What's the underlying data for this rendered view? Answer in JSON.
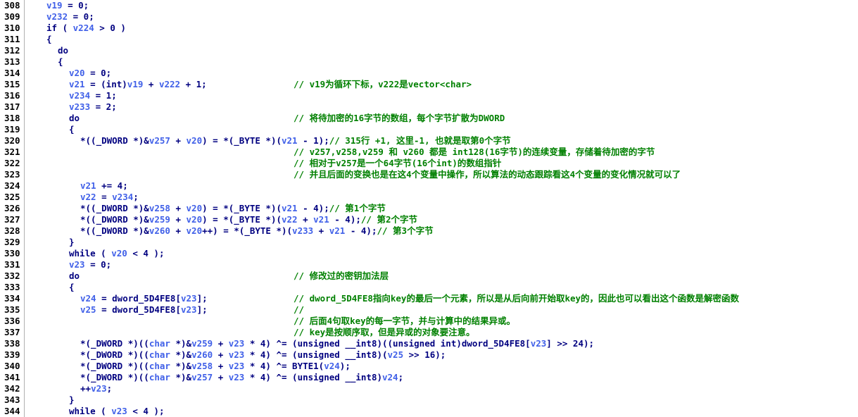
{
  "view": "ida-pseudocode",
  "colors": {
    "keyword": "#000080",
    "variable": "#4060e8",
    "comment": "#008000",
    "line_number": "#000000",
    "background": "#ffffff"
  },
  "lines": [
    {
      "num": "308",
      "indent": 1,
      "tokens": [
        {
          "t": "v19",
          "c": "v"
        },
        {
          "t": " = 0;",
          "c": "k"
        }
      ],
      "comment": ""
    },
    {
      "num": "309",
      "indent": 1,
      "tokens": [
        {
          "t": "v232",
          "c": "v"
        },
        {
          "t": " = 0;",
          "c": "k"
        }
      ],
      "comment": ""
    },
    {
      "num": "310",
      "indent": 1,
      "tokens": [
        {
          "t": "if ( ",
          "c": "k"
        },
        {
          "t": "v224",
          "c": "v"
        },
        {
          "t": " > 0 )",
          "c": "k"
        }
      ],
      "comment": ""
    },
    {
      "num": "311",
      "indent": 1,
      "tokens": [
        {
          "t": "{",
          "c": "k"
        }
      ],
      "comment": ""
    },
    {
      "num": "312",
      "indent": 2,
      "tokens": [
        {
          "t": "do",
          "c": "k"
        }
      ],
      "comment": ""
    },
    {
      "num": "313",
      "indent": 2,
      "tokens": [
        {
          "t": "{",
          "c": "k"
        }
      ],
      "comment": ""
    },
    {
      "num": "314",
      "indent": 3,
      "tokens": [
        {
          "t": "v20",
          "c": "v"
        },
        {
          "t": " = 0;",
          "c": "k"
        }
      ],
      "comment": ""
    },
    {
      "num": "315",
      "indent": 3,
      "tokens": [
        {
          "t": "v21",
          "c": "v"
        },
        {
          "t": " = (int)",
          "c": "k"
        },
        {
          "t": "v19",
          "c": "v"
        },
        {
          "t": " + ",
          "c": "k"
        },
        {
          "t": "v222",
          "c": "v"
        },
        {
          "t": " + 1;",
          "c": "k"
        }
      ],
      "comment": "// v19为循环下标，v222是vector<char>"
    },
    {
      "num": "316",
      "indent": 3,
      "tokens": [
        {
          "t": "v234",
          "c": "v"
        },
        {
          "t": " = 1;",
          "c": "k"
        }
      ],
      "comment": ""
    },
    {
      "num": "317",
      "indent": 3,
      "tokens": [
        {
          "t": "v233",
          "c": "v"
        },
        {
          "t": " = 2;",
          "c": "k"
        }
      ],
      "comment": ""
    },
    {
      "num": "318",
      "indent": 3,
      "tokens": [
        {
          "t": "do",
          "c": "k"
        }
      ],
      "comment": "// 将待加密的16字节的数组，每个字节扩散为DWORD"
    },
    {
      "num": "319",
      "indent": 3,
      "tokens": [
        {
          "t": "{",
          "c": "k"
        }
      ],
      "comment": ""
    },
    {
      "num": "320",
      "indent": 4,
      "tokens": [
        {
          "t": "*((_DWORD *)&",
          "c": "k"
        },
        {
          "t": "v257",
          "c": "v"
        },
        {
          "t": " + ",
          "c": "k"
        },
        {
          "t": "v20",
          "c": "v"
        },
        {
          "t": ") = *(_BYTE *)(",
          "c": "k"
        },
        {
          "t": "v21",
          "c": "v"
        },
        {
          "t": " - 1);",
          "c": "k"
        },
        {
          "t": "// 315行 +1, 这里-1, 也就是取第0个字节",
          "c": "c"
        }
      ],
      "comment": ""
    },
    {
      "num": "321",
      "indent": 0,
      "tokens": [],
      "comment": "// v257,v258,v259 和 v260 都是 int128(16字节)的连续变量，存储着待加密的字节"
    },
    {
      "num": "322",
      "indent": 0,
      "tokens": [],
      "comment": "// 相对于v257是一个64字节(16个int)的数组指针"
    },
    {
      "num": "323",
      "indent": 0,
      "tokens": [],
      "comment": "// 并且后面的变换也是在这4个变量中操作，所以算法的动态跟踪看这4个变量的变化情况就可以了"
    },
    {
      "num": "324",
      "indent": 4,
      "tokens": [
        {
          "t": "v21",
          "c": "v"
        },
        {
          "t": " += 4;",
          "c": "k"
        }
      ],
      "comment": ""
    },
    {
      "num": "325",
      "indent": 4,
      "tokens": [
        {
          "t": "v22",
          "c": "v"
        },
        {
          "t": " = ",
          "c": "k"
        },
        {
          "t": "v234",
          "c": "v"
        },
        {
          "t": ";",
          "c": "k"
        }
      ],
      "comment": ""
    },
    {
      "num": "326",
      "indent": 4,
      "tokens": [
        {
          "t": "*((_DWORD *)&",
          "c": "k"
        },
        {
          "t": "v258",
          "c": "v"
        },
        {
          "t": " + ",
          "c": "k"
        },
        {
          "t": "v20",
          "c": "v"
        },
        {
          "t": ") = *(_BYTE *)(",
          "c": "k"
        },
        {
          "t": "v21",
          "c": "v"
        },
        {
          "t": " - 4);",
          "c": "k"
        },
        {
          "t": "// 第1个字节",
          "c": "c"
        }
      ],
      "comment": ""
    },
    {
      "num": "327",
      "indent": 4,
      "tokens": [
        {
          "t": "*((_DWORD *)&",
          "c": "k"
        },
        {
          "t": "v259",
          "c": "v"
        },
        {
          "t": " + ",
          "c": "k"
        },
        {
          "t": "v20",
          "c": "v"
        },
        {
          "t": ") = *(_BYTE *)(",
          "c": "k"
        },
        {
          "t": "v22",
          "c": "v"
        },
        {
          "t": " + ",
          "c": "k"
        },
        {
          "t": "v21",
          "c": "v"
        },
        {
          "t": " - 4);",
          "c": "k"
        },
        {
          "t": "// 第2个字节",
          "c": "c"
        }
      ],
      "comment": ""
    },
    {
      "num": "328",
      "indent": 4,
      "tokens": [
        {
          "t": "*((_DWORD *)&",
          "c": "k"
        },
        {
          "t": "v260",
          "c": "v"
        },
        {
          "t": " + ",
          "c": "k"
        },
        {
          "t": "v20",
          "c": "v"
        },
        {
          "t": "++) = *(_BYTE *)(",
          "c": "k"
        },
        {
          "t": "v233",
          "c": "v"
        },
        {
          "t": " + ",
          "c": "k"
        },
        {
          "t": "v21",
          "c": "v"
        },
        {
          "t": " - 4);",
          "c": "k"
        },
        {
          "t": "// 第3个字节",
          "c": "c"
        }
      ],
      "comment": ""
    },
    {
      "num": "329",
      "indent": 3,
      "tokens": [
        {
          "t": "}",
          "c": "k"
        }
      ],
      "comment": ""
    },
    {
      "num": "330",
      "indent": 3,
      "tokens": [
        {
          "t": "while ( ",
          "c": "k"
        },
        {
          "t": "v20",
          "c": "v"
        },
        {
          "t": " < 4 );",
          "c": "k"
        }
      ],
      "comment": ""
    },
    {
      "num": "331",
      "indent": 3,
      "tokens": [
        {
          "t": "v23",
          "c": "v"
        },
        {
          "t": " = 0;",
          "c": "k"
        }
      ],
      "comment": ""
    },
    {
      "num": "332",
      "indent": 3,
      "tokens": [
        {
          "t": "do",
          "c": "k"
        }
      ],
      "comment": "// 修改过的密钥加法层"
    },
    {
      "num": "333",
      "indent": 3,
      "tokens": [
        {
          "t": "{",
          "c": "k"
        }
      ],
      "comment": ""
    },
    {
      "num": "334",
      "indent": 4,
      "tokens": [
        {
          "t": "v24",
          "c": "v"
        },
        {
          "t": " = dword_5D4FE8[",
          "c": "k"
        },
        {
          "t": "v23",
          "c": "v"
        },
        {
          "t": "];",
          "c": "k"
        }
      ],
      "comment": "// dword_5D4FE8指向key的最后一个元素，所以是从后向前开始取key的，因此也可以看出这个函数是解密函数"
    },
    {
      "num": "335",
      "indent": 4,
      "tokens": [
        {
          "t": "v25",
          "c": "v"
        },
        {
          "t": " = dword_5D4FE8[",
          "c": "k"
        },
        {
          "t": "v23",
          "c": "v"
        },
        {
          "t": "];",
          "c": "k"
        }
      ],
      "comment": "//"
    },
    {
      "num": "336",
      "indent": 0,
      "tokens": [],
      "comment": "// 后面4句取key的每一字节，并与计算中的结果异或。"
    },
    {
      "num": "337",
      "indent": 0,
      "tokens": [],
      "comment": "// key是按顺序取，但是异或的对象要注意。"
    },
    {
      "num": "338",
      "indent": 4,
      "tokens": [
        {
          "t": "*(_DWORD *)((",
          "c": "k"
        },
        {
          "t": "char",
          "c": "v"
        },
        {
          "t": " *)&",
          "c": "k"
        },
        {
          "t": "v259",
          "c": "v"
        },
        {
          "t": " + ",
          "c": "k"
        },
        {
          "t": "v23",
          "c": "v"
        },
        {
          "t": " * 4) ^= (unsigned __int8)((unsigned int)dword_5D4FE8[",
          "c": "k"
        },
        {
          "t": "v23",
          "c": "v"
        },
        {
          "t": "] >> 24);",
          "c": "k"
        }
      ],
      "comment": ""
    },
    {
      "num": "339",
      "indent": 4,
      "tokens": [
        {
          "t": "*(_DWORD *)((",
          "c": "k"
        },
        {
          "t": "char",
          "c": "v"
        },
        {
          "t": " *)&",
          "c": "k"
        },
        {
          "t": "v260",
          "c": "v"
        },
        {
          "t": " + ",
          "c": "k"
        },
        {
          "t": "v23",
          "c": "v"
        },
        {
          "t": " * 4) ^= (unsigned __int8)(",
          "c": "k"
        },
        {
          "t": "v25",
          "c": "v"
        },
        {
          "t": " >> 16);",
          "c": "k"
        }
      ],
      "comment": ""
    },
    {
      "num": "340",
      "indent": 4,
      "tokens": [
        {
          "t": "*(_DWORD *)((",
          "c": "k"
        },
        {
          "t": "char",
          "c": "v"
        },
        {
          "t": " *)&",
          "c": "k"
        },
        {
          "t": "v258",
          "c": "v"
        },
        {
          "t": " + ",
          "c": "k"
        },
        {
          "t": "v23",
          "c": "v"
        },
        {
          "t": " * 4) ^= BYTE1(",
          "c": "k"
        },
        {
          "t": "v24",
          "c": "v"
        },
        {
          "t": ");",
          "c": "k"
        }
      ],
      "comment": ""
    },
    {
      "num": "341",
      "indent": 4,
      "tokens": [
        {
          "t": "*(_DWORD *)((",
          "c": "k"
        },
        {
          "t": "char",
          "c": "v"
        },
        {
          "t": " *)&",
          "c": "k"
        },
        {
          "t": "v257",
          "c": "v"
        },
        {
          "t": " + ",
          "c": "k"
        },
        {
          "t": "v23",
          "c": "v"
        },
        {
          "t": " * 4) ^= (unsigned __int8)",
          "c": "k"
        },
        {
          "t": "v24",
          "c": "v"
        },
        {
          "t": ";",
          "c": "k"
        }
      ],
      "comment": ""
    },
    {
      "num": "342",
      "indent": 4,
      "tokens": [
        {
          "t": "++",
          "c": "k"
        },
        {
          "t": "v23",
          "c": "v"
        },
        {
          "t": ";",
          "c": "k"
        }
      ],
      "comment": ""
    },
    {
      "num": "343",
      "indent": 3,
      "tokens": [
        {
          "t": "}",
          "c": "k"
        }
      ],
      "comment": ""
    },
    {
      "num": "344",
      "indent": 3,
      "tokens": [
        {
          "t": "while ( ",
          "c": "k"
        },
        {
          "t": "v23",
          "c": "v"
        },
        {
          "t": " < 4 );",
          "c": "k"
        }
      ],
      "comment": ""
    }
  ]
}
